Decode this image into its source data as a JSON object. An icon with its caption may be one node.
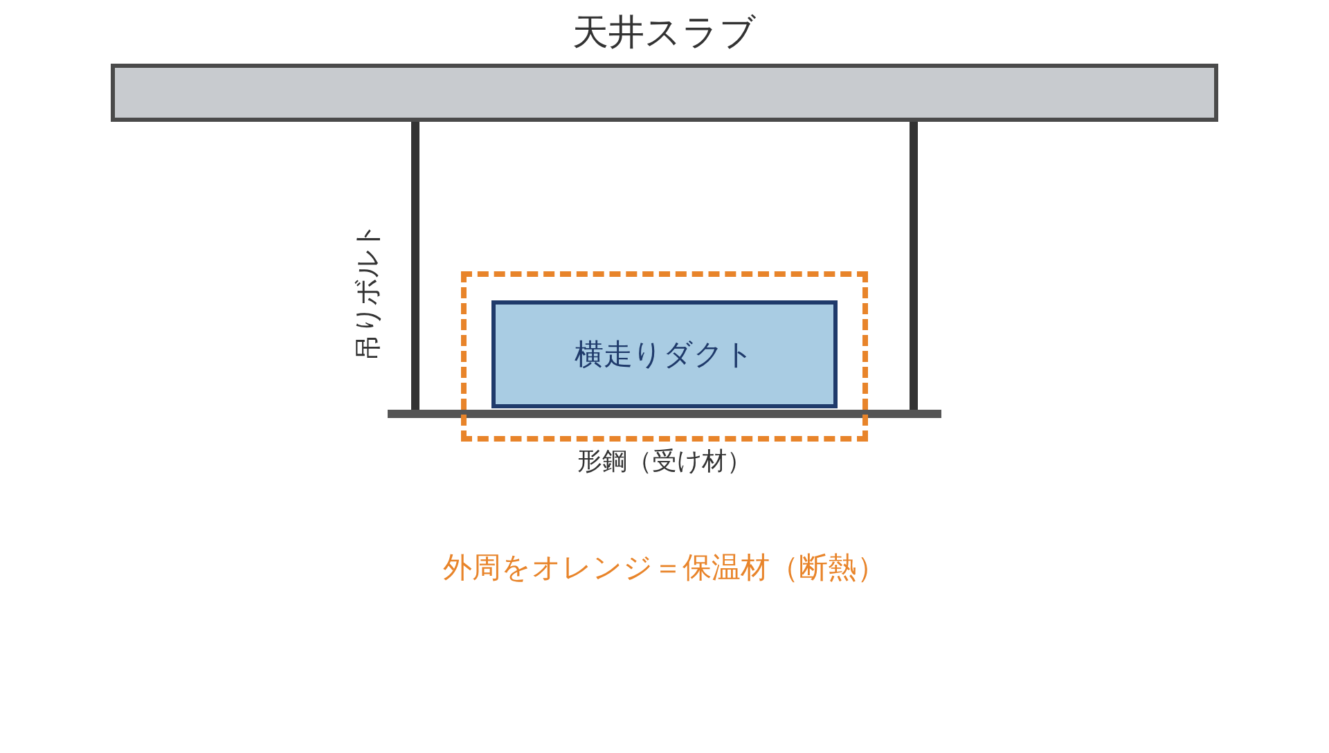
{
  "diagram": {
    "nodes": [
      {
        "text": [
          "天井スラブ"
        ]
      },
      {
        "text": [
          "吊りボルト"
        ]
      },
      {
        "text": [],
        "shape": "bar"
      },
      {
        "text": [
          "形鋼（受け材）"
        ]
      },
      {
        "text": [],
        "shape": "box"
      },
      {
        "text": [
          "横走りダクト"
        ],
        "in": 4
      }
    ],
    "edges": [],
    "labels": [
      "外周をオレンジ＝保温材（断熱）"
    ]
  }
}
